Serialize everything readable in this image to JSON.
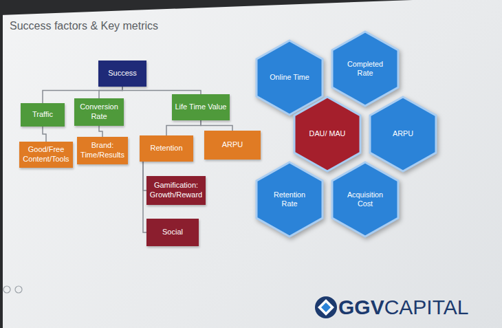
{
  "diagram": {
    "title": "Success factors & Key metrics",
    "nodes": [
      {
        "text": [
          "Success"
        ]
      },
      {
        "text": [
          "Traffic"
        ]
      },
      {
        "text": [
          "Conversion Rate"
        ]
      },
      {
        "text": [
          "Life Time Value"
        ]
      },
      {
        "text": [
          "Good/Free Content/Tools"
        ]
      },
      {
        "text": [
          "Brand: Time/Results"
        ]
      },
      {
        "text": [
          "Retention"
        ]
      },
      {
        "text": [
          "ARPU"
        ]
      },
      {
        "text": [
          "Gamification: Growth/Reward"
        ]
      },
      {
        "text": [
          "Social"
        ]
      },
      {
        "text": [
          "Online Time"
        ]
      },
      {
        "text": [
          "Completed Rate"
        ]
      },
      {
        "text": [
          "DAU/ MAU"
        ]
      },
      {
        "text": [
          "ARPU"
        ]
      },
      {
        "text": [
          "Retention Rate"
        ]
      },
      {
        "text": [
          "Acquisition Cost"
        ]
      }
    ],
    "edges": [
      {
        "from": 0,
        "to": 1,
        "arrow": "none"
      },
      {
        "from": 0,
        "to": 2,
        "arrow": "none"
      },
      {
        "from": 0,
        "to": 3,
        "arrow": "none"
      },
      {
        "from": 1,
        "to": 4,
        "arrow": "none"
      },
      {
        "from": 2,
        "to": 5,
        "arrow": "none"
      },
      {
        "from": 3,
        "to": 6,
        "arrow": "none"
      },
      {
        "from": 3,
        "to": 7,
        "arrow": "none"
      },
      {
        "from": 6,
        "to": 8,
        "arrow": "none"
      },
      {
        "from": 6,
        "to": 9,
        "arrow": "none"
      }
    ],
    "labels": [
      "GGV",
      "CAPITAL"
    ]
  }
}
